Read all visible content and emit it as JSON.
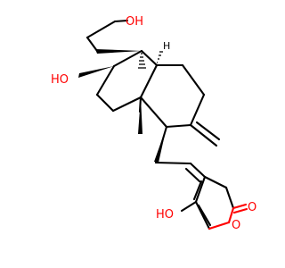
{
  "molecule": {
    "atoms": {
      "oh_top": "OH",
      "oh_left": "HO",
      "oh_enol": "HO",
      "o_ring": "O",
      "o_carbonyl": "O",
      "h_ring_junction": "H"
    },
    "colors": {
      "bond": "#000000",
      "heteroatom": "#ff0000"
    }
  }
}
